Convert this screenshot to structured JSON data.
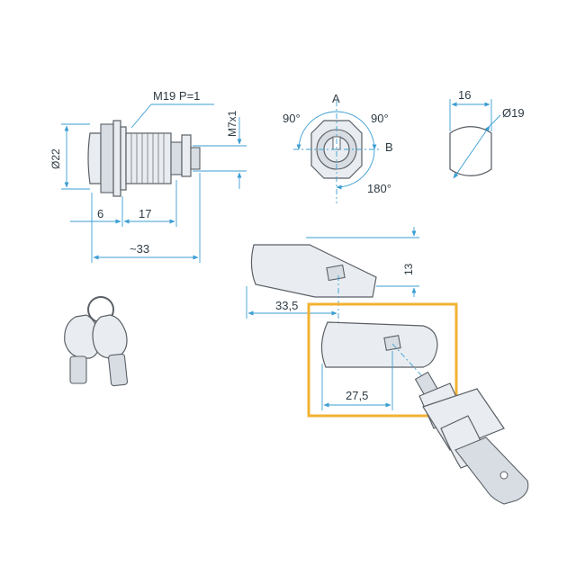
{
  "colors": {
    "dimension": "#3b9ed3",
    "outline": "#555b61",
    "highlight": "#f2b233"
  },
  "side_view": {
    "thread": "M19 P=1",
    "cam_thread": "M7x1",
    "diameter": "Ø22",
    "dim_flange": "6",
    "dim_body": "17",
    "dim_total": "~33"
  },
  "rotation_view": {
    "pos_a": "A",
    "pos_b": "B",
    "angle_left": "90°",
    "angle_right": "90°",
    "angle_bottom": "180°"
  },
  "cutout_view": {
    "width": "16",
    "diameter": "Ø19"
  },
  "cam_top": {
    "length": "33,5",
    "height": "13"
  },
  "cam_highlighted": {
    "length": "27,5"
  },
  "icons": [
    "keys-icon",
    "cam-lock-icon"
  ]
}
